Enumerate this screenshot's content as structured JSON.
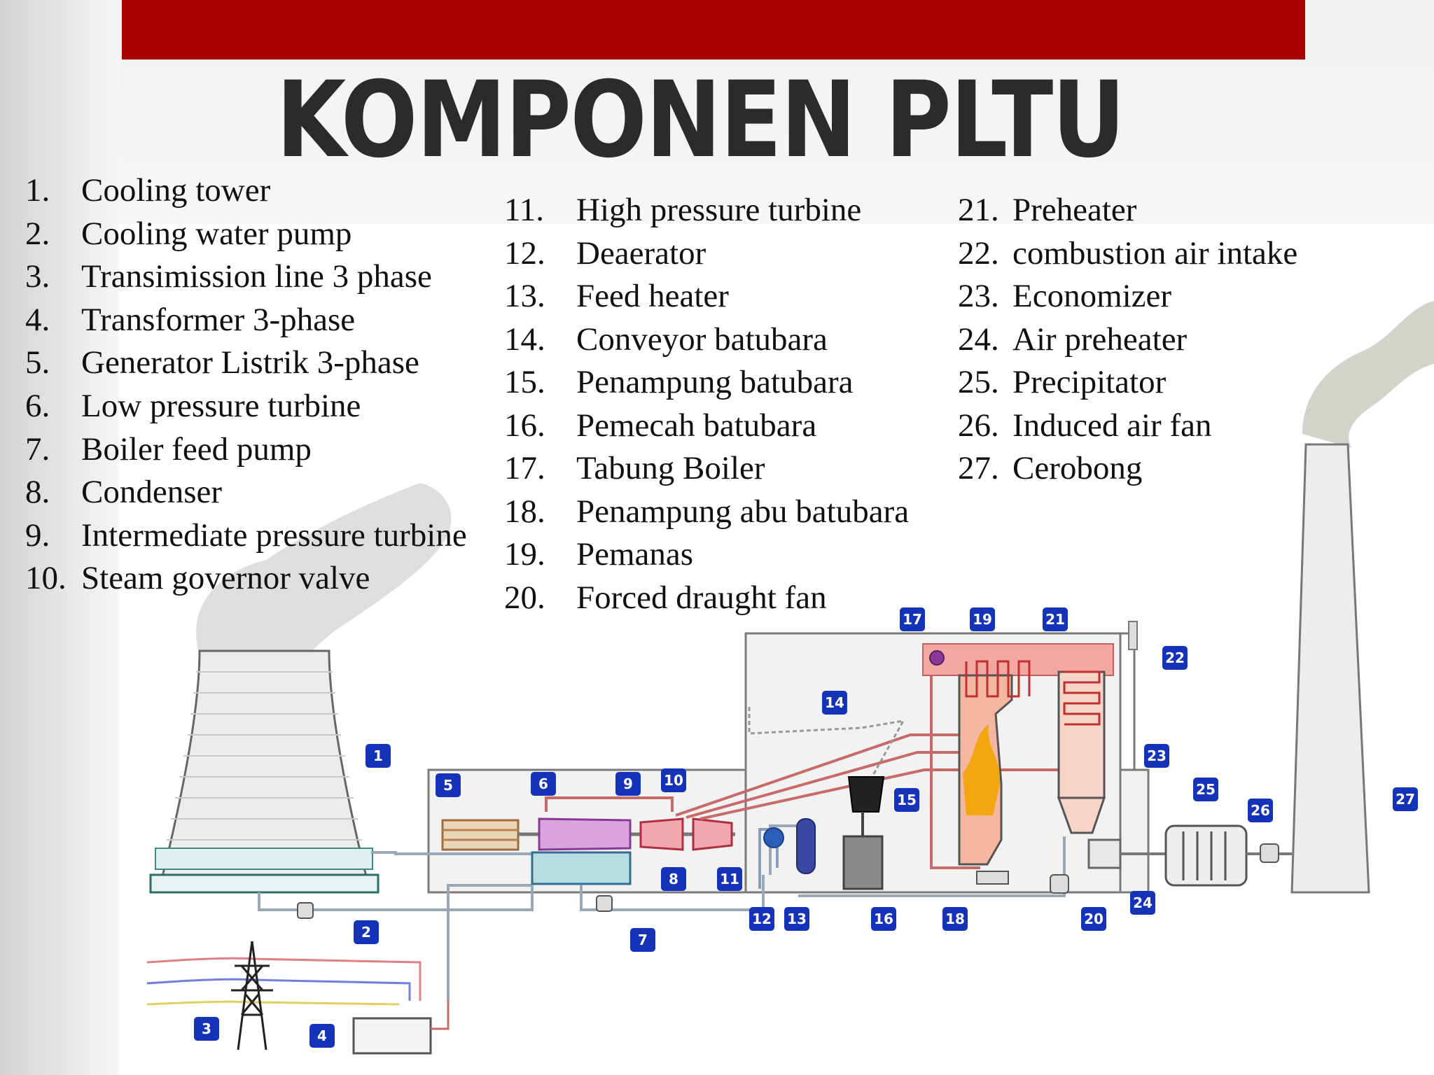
{
  "title": "KOMPONEN PLTU",
  "components_col1": [
    {
      "num": "1.",
      "label": "Cooling tower"
    },
    {
      "num": "2.",
      "label": "Cooling water pump"
    },
    {
      "num": "3.",
      "label": "Transimission line 3 phase"
    },
    {
      "num": "4.",
      "label": "Transformer 3-phase"
    },
    {
      "num": "5.",
      "label": "Generator Listrik 3-phase"
    },
    {
      "num": "6.",
      "label": "Low pressure turbine"
    },
    {
      "num": "7.",
      "label": "Boiler feed pump"
    },
    {
      "num": "8.",
      "label": "Condenser"
    },
    {
      "num": "9.",
      "label": "Intermediate pressure turbine"
    },
    {
      "num": "10.",
      "label": "Steam governor valve"
    }
  ],
  "components_col2": [
    {
      "num": "11.",
      "label": "High pressure turbine"
    },
    {
      "num": "12.",
      "label": "Deaerator"
    },
    {
      "num": "13.",
      "label": "Feed heater"
    },
    {
      "num": "14.",
      "label": "Conveyor batubara"
    },
    {
      "num": "15.",
      "label": "Penampung batubara"
    },
    {
      "num": "16.",
      "label": "Pemecah batubara"
    },
    {
      "num": "17.",
      "label": "Tabung Boiler"
    },
    {
      "num": "18.",
      "label": "Penampung abu batubara"
    },
    {
      "num": "19.",
      "label": "Pemanas"
    },
    {
      "num": "20.",
      "label": "Forced draught fan"
    }
  ],
  "components_col3": [
    {
      "num": "21.",
      "label": "Preheater"
    },
    {
      "num": "22.",
      "label": "combustion air intake"
    },
    {
      "num": "23.",
      "label": "Economizer"
    },
    {
      "num": "24.",
      "label": "Air preheater"
    },
    {
      "num": "25.",
      "label": "Precipitator"
    },
    {
      "num": "26.",
      "label": "Induced air fan"
    },
    {
      "num": "27.",
      "label": "Cerobong"
    }
  ],
  "diagram_badges": [
    "1",
    "2",
    "3",
    "4",
    "5",
    "6",
    "7",
    "8",
    "9",
    "10",
    "11",
    "12",
    "13",
    "14",
    "15",
    "16",
    "17",
    "18",
    "19",
    "20",
    "21",
    "22",
    "23",
    "24",
    "25",
    "26",
    "27"
  ],
  "colors": {
    "title_bar": "#a80000",
    "title_text": "#2b2b2b",
    "badge": "#1433b8",
    "steam_pipe": "#c96a6a",
    "water_pipe": "#9aa7b5",
    "heater_fill": "#f2a8a0"
  }
}
